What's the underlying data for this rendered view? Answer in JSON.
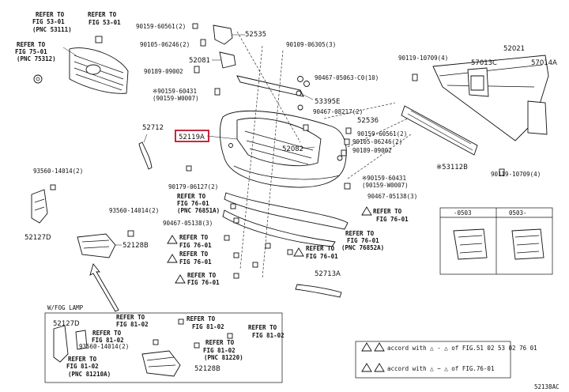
{
  "diagram_id": "52138AC",
  "highlight_part": "52119A",
  "parts": {
    "p52535": "52535",
    "p52081": "52081",
    "p53395E": "53395E",
    "p52536": "52536",
    "p52082": "52082",
    "p52712": "52712",
    "p52119A": "52119A",
    "p52021": "52021",
    "p57013C": "57013C",
    "p57014A": "57014A",
    "p53112B": "※53112B",
    "p52127D": "52127D",
    "p52128B": "52128B",
    "p52713A": "52713A",
    "p52127D_b": "52127D",
    "p52128B_b": "52128B"
  },
  "codes": {
    "c1": "90159-60561(2)",
    "c2": "90105-06246(2)",
    "c3": "90189-09002",
    "c4": "※90159-60431",
    "c4b": "(90159-W0007)",
    "c5": "90109-06305(3)",
    "c6": "90467-05063-C0(10)",
    "c7": "90467-08217(2)",
    "c8": "90159-60561(2)",
    "c9": "90105-06246(2)",
    "c10": "90189-09002",
    "c11": "90119-10709(4)",
    "c12": "90119-10709(4)",
    "c13": "93560-14014(2)",
    "c14": "93560-14014(2)",
    "c15": "90179-06127(2)",
    "c16": "90467-05138(3)",
    "c17": "90467-05138(3)",
    "c18": "※90159-60431",
    "c18b": "(90159-W0007)",
    "c19": "93560-14014(2)"
  },
  "refs": {
    "r1a": "REFER TO",
    "r1b": "FIG 53-01",
    "r1c": "(PNC 53111)",
    "r2a": "REFER TO",
    "r2b": "FIG 53-01",
    "r3a": "REFER TO",
    "r3b": "FIG 75-01",
    "r3c": "(PNC 75312)",
    "r4a": "REFER TO",
    "r4b": "FIG 76-01",
    "r4c": "(PNC 76851A)",
    "r5a": "REFER TO",
    "r5b": "FIG 76-01",
    "r6a": "REFER TO",
    "r6b": "FIG 76-01",
    "r7a": "REFER TO",
    "r7b": "FIG 76-01",
    "r8a": "REFER TO",
    "r8b": "FIG 76-01",
    "r9a": "REFER TO",
    "r9b": "FIG 76-01",
    "r10a": "REFER TO",
    "r10b": "FIG 76-01",
    "r10c": "(PNC 76852A)",
    "r11a": "REFER TO",
    "r11b": "FIG 81-02",
    "r12a": "REFER TO",
    "r12b": "FIG 81-02",
    "r13a": "REFER TO",
    "r13b": "FIG 81-02",
    "r14a": "REFER TO",
    "r14b": "FIG 81-02",
    "r15a": "REFER TO",
    "r15b": "FIG 81-02",
    "r15c": "(PNC 81220)",
    "r16a": "REFER TO",
    "r16b": "FIG 81-02",
    "r16c": "(PNC 81210A)"
  },
  "inset": {
    "title": "W/FOG LAMP"
  },
  "table": {
    "col1": "  -0503",
    "col2": "0503-  "
  },
  "legend": {
    "row1": "accord with  △ - △  of FIG.51 02 53 02 76 01",
    "row2": "accord with  △ ~ △  of FIG.76-01"
  }
}
